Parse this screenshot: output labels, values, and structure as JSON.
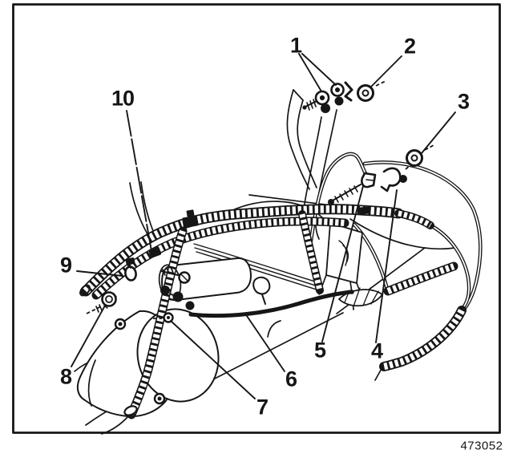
{
  "figure": {
    "number_label": "473052"
  },
  "callouts": [
    {
      "label": "1"
    },
    {
      "label": "2"
    },
    {
      "label": "3"
    },
    {
      "label": "4"
    },
    {
      "label": "5"
    },
    {
      "label": "6"
    },
    {
      "label": "7"
    },
    {
      "label": "8"
    },
    {
      "label": "9"
    },
    {
      "label": "10"
    }
  ],
  "colors": {
    "ink": "#161616",
    "paper": "#ffffff"
  }
}
